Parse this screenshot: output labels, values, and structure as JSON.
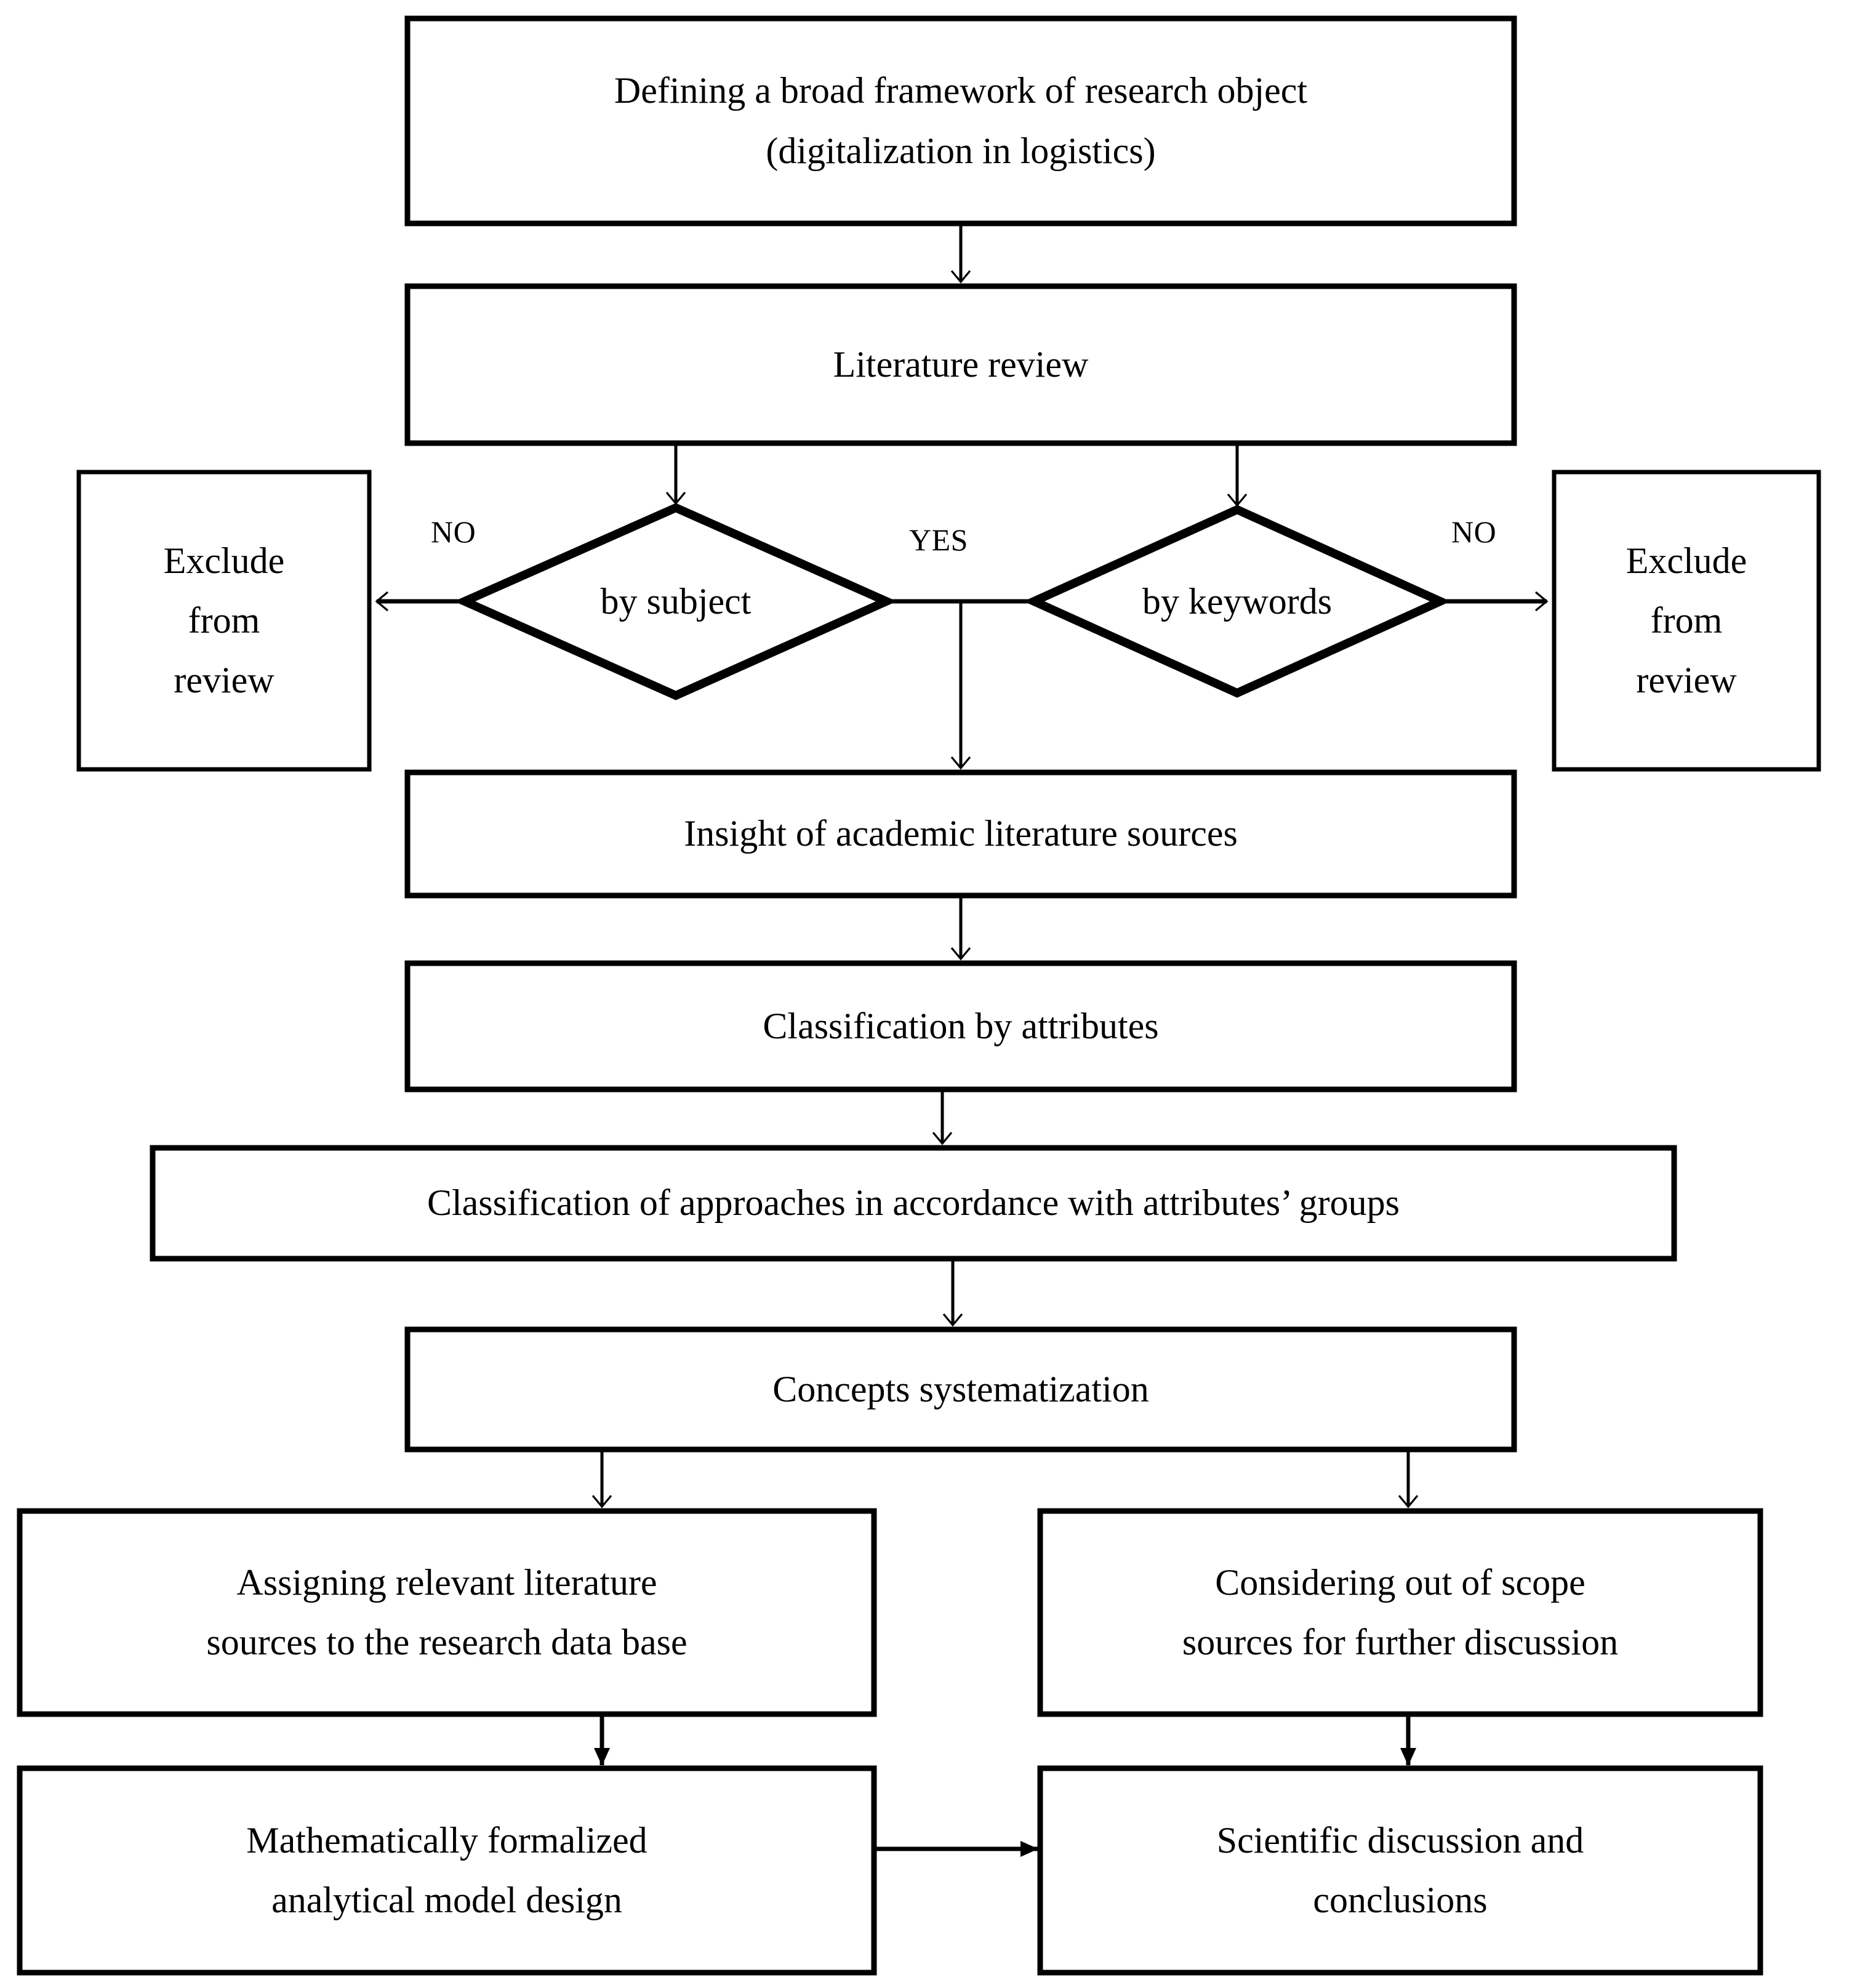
{
  "diagram": {
    "type": "flowchart",
    "title": "Research methodology flowchart",
    "colors": {
      "background": "#ffffff",
      "stroke": "#000000",
      "text": "#000000"
    },
    "nodes": {
      "define_scope": {
        "shape": "rectangle",
        "line1": "Defining a broad framework of research object",
        "line2": "(digitalization in logistics)"
      },
      "literature_review": {
        "shape": "rectangle",
        "line1": "Literature review"
      },
      "decision_subject": {
        "shape": "diamond",
        "line1": "by subject"
      },
      "decision_keywords": {
        "shape": "diamond",
        "line1": "by keywords"
      },
      "exclude_left": {
        "shape": "rectangle",
        "line1": "Exclude",
        "line2": "from",
        "line3": "review"
      },
      "exclude_right": {
        "shape": "rectangle",
        "line1": "Exclude",
        "line2": "from",
        "line3": "review"
      },
      "insight_sources": {
        "shape": "rectangle",
        "line1": "Insight of academic literature sources"
      },
      "classification_attributes": {
        "shape": "rectangle",
        "line1": "Classification by attributes"
      },
      "classification_approaches": {
        "shape": "rectangle",
        "line1": "Classification of approaches in accordance with attributes’ groups"
      },
      "concepts_systematization": {
        "shape": "rectangle",
        "line1": "Concepts systematization"
      },
      "assigning_sources": {
        "shape": "rectangle",
        "line1": "Assigning relevant literature",
        "line2": "sources to the research data base"
      },
      "considering_out_of_scope": {
        "shape": "rectangle",
        "line1": "Considering out of scope",
        "line2": "sources for further discussion"
      },
      "model_design": {
        "shape": "rectangle",
        "line1": "Mathematically formalized",
        "line2": "analytical model design"
      },
      "discussion_conclusions": {
        "shape": "rectangle",
        "line1": "Scientific discussion and",
        "line2": "conclusions"
      }
    },
    "edge_labels": {
      "no_left": "NO",
      "yes_center": "YES",
      "no_right": "NO"
    }
  }
}
